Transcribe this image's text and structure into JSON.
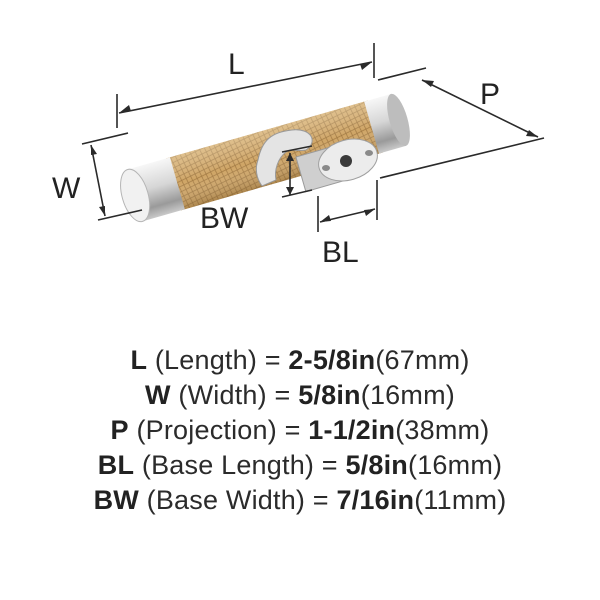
{
  "diagram": {
    "labels": {
      "length": "L",
      "width": "W",
      "projection": "P",
      "base_width": "BW",
      "base_length": "BL"
    },
    "colors": {
      "brass": "#cda364",
      "brass_dark": "#a87f45",
      "chrome": "#d9d9d9",
      "chrome_dark": "#8e8e8e",
      "line": "#2a2a2a"
    }
  },
  "specs": [
    {
      "code": "L",
      "name": " (Length) = ",
      "imperial": "2-5/8in",
      "metric": "(67mm)"
    },
    {
      "code": "W",
      "name": " (Width) = ",
      "imperial": "5/8in",
      "metric": "(16mm)"
    },
    {
      "code": "P",
      "name": " (Projection) = ",
      "imperial": "1-1/2in",
      "metric": "(38mm)"
    },
    {
      "code": "BL",
      "name": " (Base Length) = ",
      "imperial": "5/8in",
      "metric": "(16mm)"
    },
    {
      "code": "BW",
      "name": " (Base Width) = ",
      "imperial": "7/16in",
      "metric": "(11mm)"
    }
  ]
}
